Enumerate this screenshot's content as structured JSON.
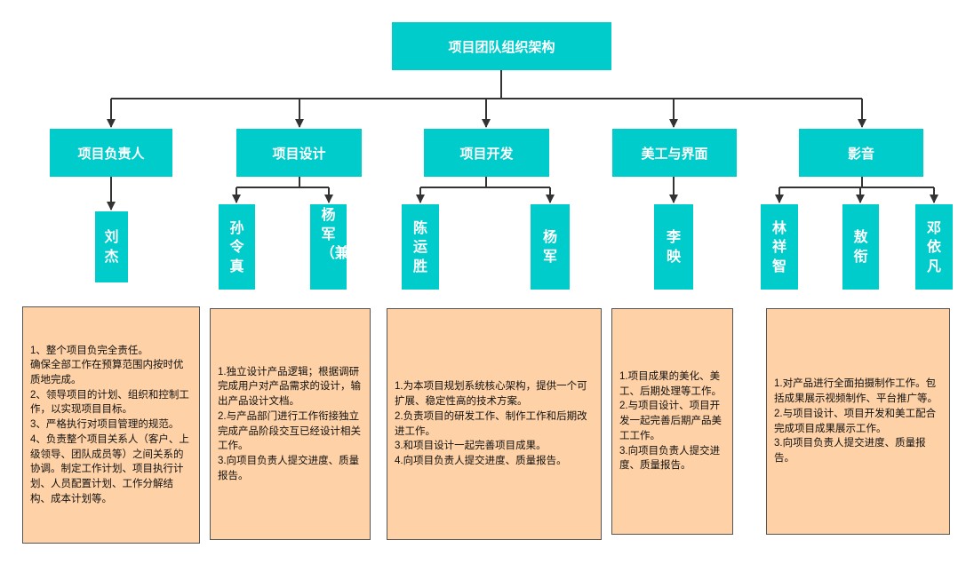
{
  "root": {
    "title": "项目团队组织架构"
  },
  "departments": [
    {
      "name": "项目负责人"
    },
    {
      "name": "项目设计"
    },
    {
      "name": "项目开发"
    },
    {
      "name": "美工与界面"
    },
    {
      "name": "影音"
    }
  ],
  "members": [
    {
      "name": "刘杰"
    },
    {
      "name": "孙令真"
    },
    {
      "name": "杨军（兼）"
    },
    {
      "name": "陈运胜"
    },
    {
      "name": "杨军"
    },
    {
      "name": "李映"
    },
    {
      "name": "林祥智"
    },
    {
      "name": "敖衔"
    },
    {
      "name": "邓依凡"
    }
  ],
  "descriptions": [
    {
      "text": "1、整个项目负完全责任。\n确保全部工作在预算范围内按时优质地完成。\n2、领导项目的计划、组织和控制工作，以实现项目目标。\n3、严格执行对项目管理的规范。\n4、负责整个项目关系人（客户、上级领导、团队成员等）之间关系的协调。制定工作计划、项目执行计划、人员配置计划、工作分解结构、成本计划等。"
    },
    {
      "text": "1.独立设计产品逻辑；根据调研完成用户对产品需求的设计，输出产品设计文档。\n2.与产品部门进行工作衔接独立完成产品阶段交互已经设计相关工作。\n3.向项目负责人提交进度、质量报告。"
    },
    {
      "text": "1.为本项目规划系统核心架构，提供一个可扩展、稳定性高的技术方案。\n2.负责项目的研发工作、制作工作和后期改进工作。\n3.和项目设计一起完善项目成果。\n4.向项目负责人提交进度、质量报告。"
    },
    {
      "text": "1.项目成果的美化、美工、后期处理等工作。\n2.与项目设计、项目开发一起完善后期产品美工工作。\n3.向项目负责人提交进度、质量报告。"
    },
    {
      "text": "1.对产品进行全面拍摄制作工作。包括成果展示视频制作、平台推广等。\n2.与项目设计、项目开发和美工配合完成项目成果展示工作。\n3.向项目负责人提交进度、质量报告。"
    }
  ],
  "colors": {
    "box_fill": "#00CCCC",
    "box_text": "#FFFFFF",
    "note_fill": "#FFD1A6",
    "note_border": "#555555",
    "connector": "#333333"
  }
}
